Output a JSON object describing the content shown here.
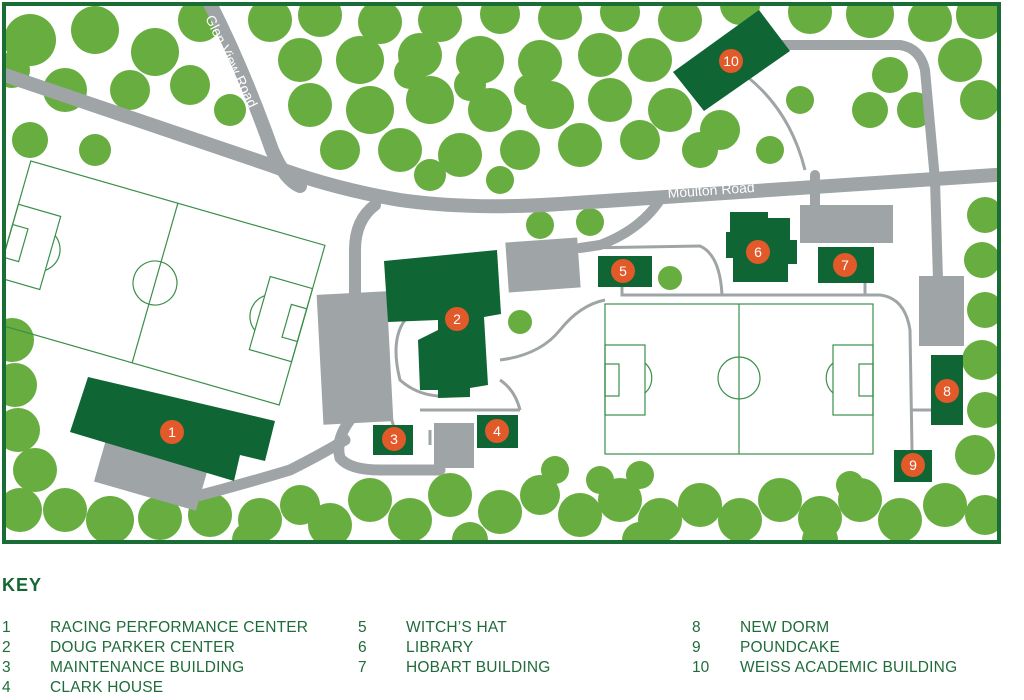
{
  "roads": {
    "glen_view": "Glen View Road",
    "moulton": "Moulton Road"
  },
  "markers": [
    "1",
    "2",
    "3",
    "4",
    "5",
    "6",
    "7",
    "8",
    "9",
    "10"
  ],
  "key": {
    "heading": "KEY",
    "items": [
      {
        "num": "1",
        "label": "RACING PERFORMANCE CENTER"
      },
      {
        "num": "2",
        "label": "DOUG PARKER CENTER"
      },
      {
        "num": "3",
        "label": "MAINTENANCE BUILDING"
      },
      {
        "num": "4",
        "label": "CLARK HOUSE"
      },
      {
        "num": "5",
        "label": "WITCH’S HAT"
      },
      {
        "num": "6",
        "label": "LIBRARY"
      },
      {
        "num": "7",
        "label": "HOBART BUILDING"
      },
      {
        "num": "8",
        "label": "NEW DORM"
      },
      {
        "num": "9",
        "label": "POUNDCAKE"
      },
      {
        "num": "10",
        "label": "WEISS ACADEMIC BUILDING"
      }
    ]
  },
  "colors": {
    "border": "#1a6e35",
    "tree": "#67ad3f",
    "building": "#0f6634",
    "road": "#9fa4a6",
    "marker": "#e2592a",
    "field_line": "#3a8f4a",
    "text": "#1f6b3a"
  }
}
